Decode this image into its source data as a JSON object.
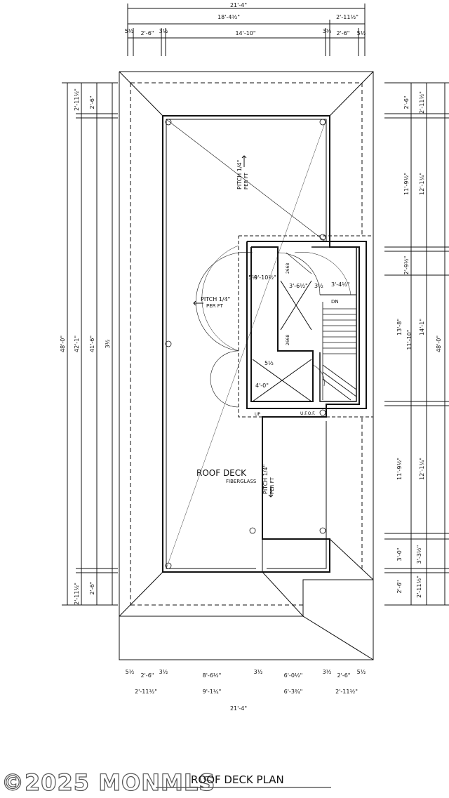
{
  "drawing": {
    "title": "ROOF DECK PLAN",
    "watermark": "©2025 MONMLS",
    "deck_label": "ROOF DECK",
    "deck_material": "FIBERGLASS",
    "pitch_label": "PITCH 1/4\"",
    "pitch_sub": "PER FT",
    "stair_label": "DN",
    "uf_label": "U.F.O.F.",
    "up_label": "UP",
    "opening_label": "2668"
  },
  "dims": {
    "top_overall": "21'-4\"",
    "top_row1_a": "18'-4½\"",
    "top_row1_b": "2'-11½\"",
    "top_row2_a": "5½",
    "top_row2_b": "2'-6\"",
    "top_row2_c": "3½",
    "top_row2_d": "14'-10\"",
    "top_row2_e": "3½",
    "top_row2_f": "2'-6\"",
    "top_row2_g": "5½",
    "bottom_row1_a": "5½",
    "bottom_row1_b": "2'-6\"",
    "bottom_row1_c": "3½",
    "bottom_row1_d": "8'-6½\"",
    "bottom_row1_e": "3½",
    "bottom_row1_f": "6'-0½\"",
    "bottom_row1_g": "3½",
    "bottom_row1_h": "2'-6\"",
    "bottom_row1_i": "5½",
    "bottom_row2_a": "2'-11½\"",
    "bottom_row2_b": "9'-1¼\"",
    "bottom_row2_c": "6'-3¾\"",
    "bottom_row2_d": "2'-11½\"",
    "bottom_overall": "21'-4\"",
    "left_overall": "48'-0\"",
    "left_a": "42'-1\"",
    "left_b": "41'-6\"",
    "left_c": "3½",
    "left_top_a": "2'-11½\"",
    "left_top_b": "2'-6\"",
    "left_bot_a": "2'-11½\"",
    "left_bot_b": "2'-6\"",
    "right_overall": "48'-0\"",
    "right_1": "2'-6\"",
    "right_2": "2'-11½\"",
    "right_3": "11'-9½\"",
    "right_4": "12'-1¼\"",
    "right_5": "2'-9½\"",
    "right_6": "13'-8\"",
    "right_7": "14'-1\"",
    "right_8": "11'-10\"",
    "right_9": "11'-9½\"",
    "right_10": "12'-1¼\"",
    "right_11": "3'-0\"",
    "right_12": "3'-3½\"",
    "right_13": "2'-6\"",
    "right_14": "2'-11½\"",
    "stair_a": "5½",
    "stair_b": "9'-10½\"",
    "stair_c": "3'-6½\"",
    "stair_d": "3½",
    "stair_e": "3'-4½\"",
    "stair_f": "5½",
    "stair_g": "4'-0\""
  }
}
